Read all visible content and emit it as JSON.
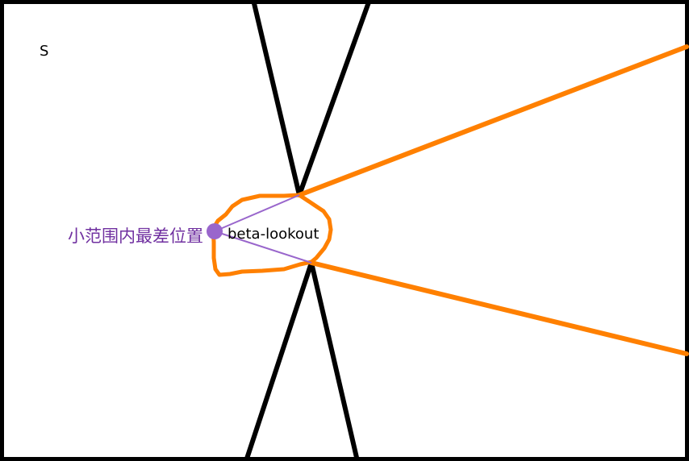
{
  "diagram": {
    "corner_label": "S",
    "point_label": "小范围内最差位置",
    "region_label": "beta-lookout"
  },
  "colors": {
    "border": "#000000",
    "black_lines": "#000000",
    "orange": "#ff8000",
    "purple_point": "#9966cc",
    "purple_text": "#7030a0",
    "purple_lines": "#9966cc"
  }
}
